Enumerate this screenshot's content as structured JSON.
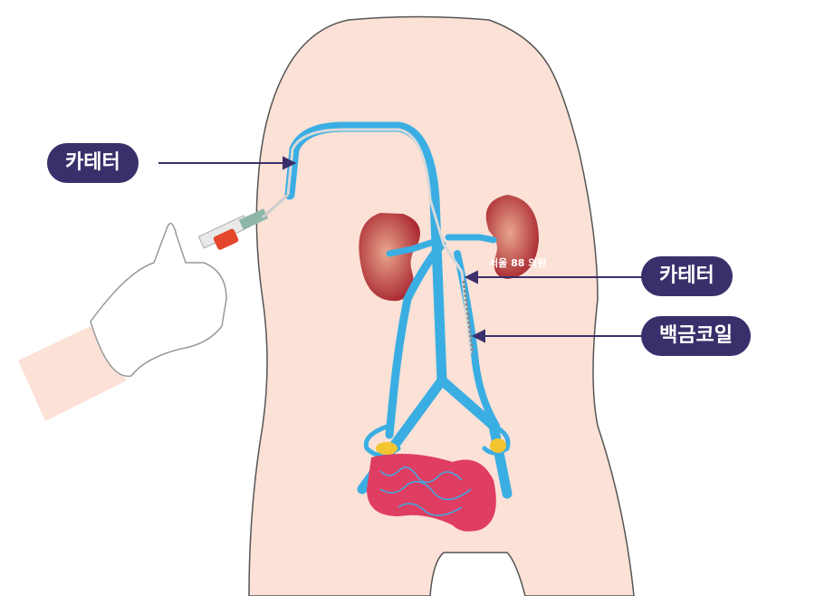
{
  "labels": {
    "catheter_left": "카테터",
    "catheter_right": "카테터",
    "coil": "백금코일"
  },
  "watermark": "서울 88 의원",
  "colors": {
    "skin": "#fbe1d6",
    "vein": "#3aaee3",
    "label_bg": "#3b2f6b",
    "kidney": "#a8262f",
    "uterus": "#e03d63"
  }
}
